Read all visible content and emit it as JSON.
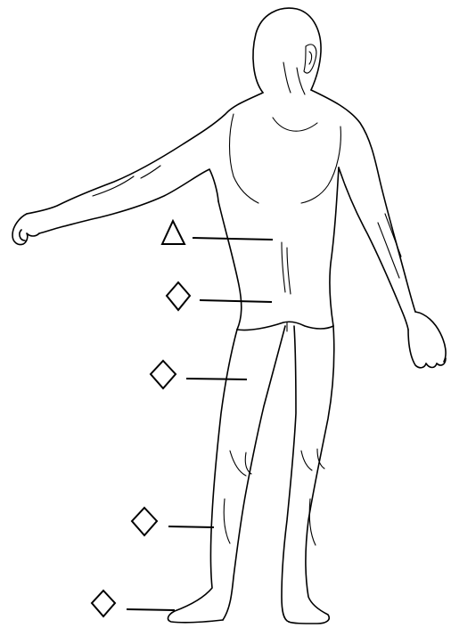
{
  "figure": {
    "subject": "human-body-back-view",
    "line_color": "#000000",
    "background_color": "#ffffff"
  },
  "markers": [
    {
      "shape": "triangle",
      "points_to": "lower-back"
    },
    {
      "shape": "diamond",
      "points_to": "buttocks"
    },
    {
      "shape": "diamond",
      "points_to": "thigh"
    },
    {
      "shape": "diamond",
      "points_to": "calf"
    },
    {
      "shape": "diamond",
      "points_to": "heel"
    }
  ]
}
